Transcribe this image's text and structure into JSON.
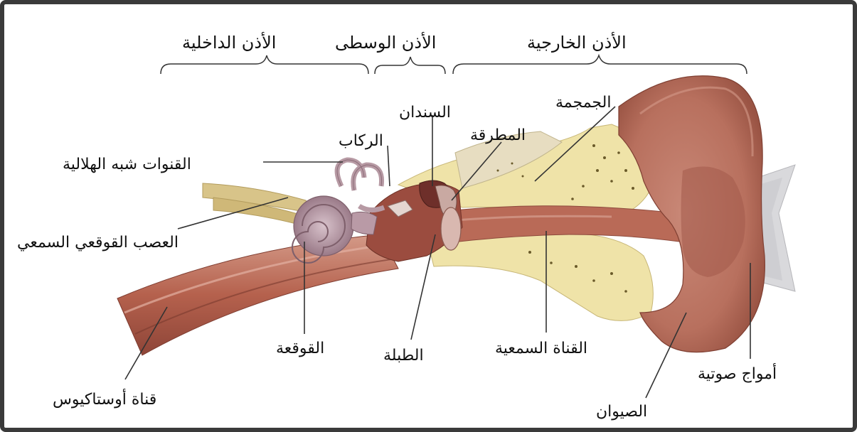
{
  "sections": {
    "inner": "الأذن الداخلية",
    "middle": "الأذن الوسطى",
    "outer": "الأذن الخارجية"
  },
  "labels": {
    "skull": "الجمجمة",
    "incus": "السندان",
    "malleus": "المطرقة",
    "stapes": "الركاب",
    "semicircular": "القنوات شبه الهلالية",
    "nerve": "العصب القوقعي السمعي",
    "cochlea": "القوقعة",
    "eardrum": "الطبلة",
    "canal": "القناة السمعية",
    "eustachian": "قناة أوستاكيوس",
    "pinna": "الصيوان",
    "waves": "أمواج صوتية"
  },
  "colors": {
    "ear_flesh": "#c98973",
    "ear_dark": "#a5614f",
    "canal_red": "#b65a44",
    "bone_yellow": "#efe2a8",
    "bone_light": "#e6d9b0",
    "cochlea_purple": "#b99aa6",
    "nerve_yellow": "#d9c48a",
    "line": "#333333"
  }
}
